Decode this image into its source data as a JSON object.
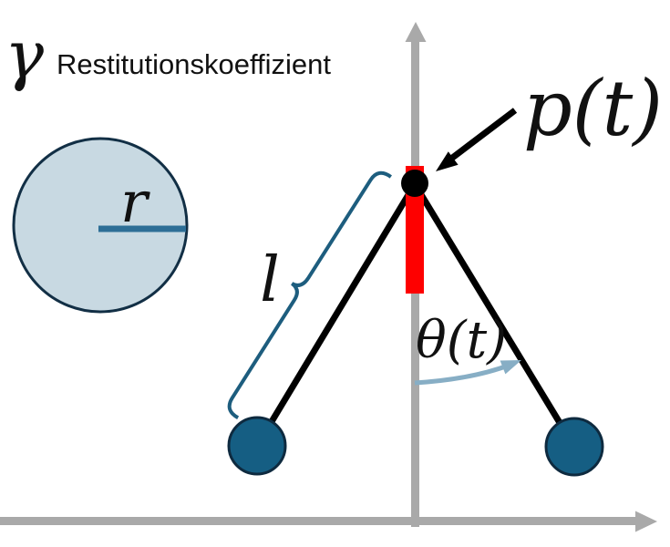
{
  "legend": {
    "gamma_symbol": "γ",
    "gamma_description": "Restitutionskoeffizient"
  },
  "labels": {
    "radius": "r",
    "rod_length": "l",
    "pivot": "p(t)",
    "angle": "θ(t)"
  },
  "colors": {
    "axis_gray": "#a9a9a9",
    "rod_black": "#000000",
    "pivot_red": "#fe0000",
    "bob_fill": "#155e83",
    "bob_stroke": "#0e2a3f",
    "ball_fill": "#c8d9e2",
    "ball_stroke": "#122f45",
    "radius_line": "#2d6e96",
    "brace_teal": "#1d5d7e",
    "angle_arc": "#87aec5",
    "text_black": "#111111"
  }
}
